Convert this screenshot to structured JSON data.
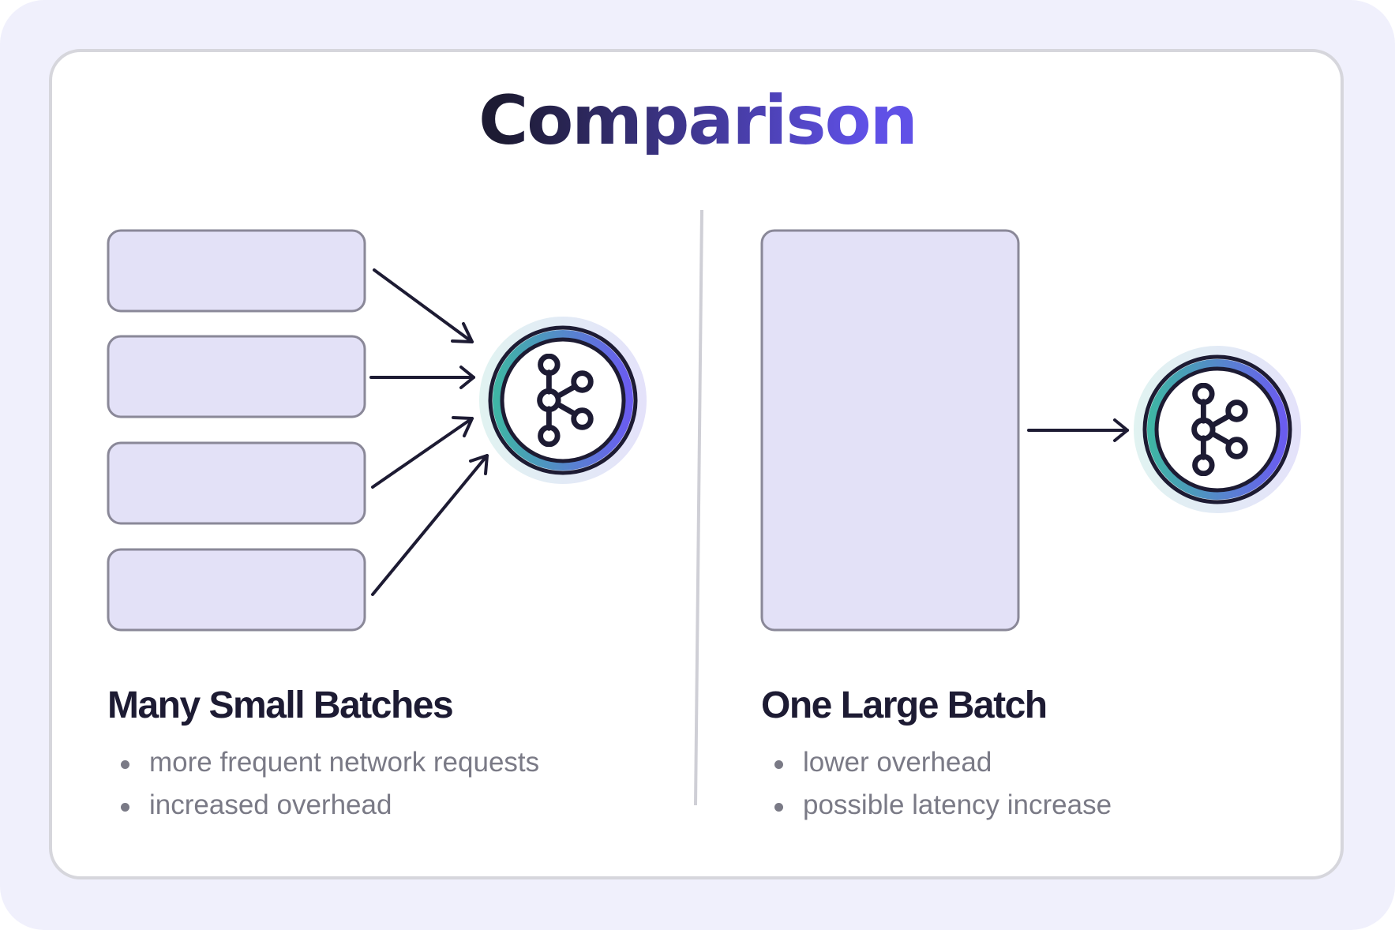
{
  "title": "Comparison",
  "left_panel": {
    "heading": "Many Small Batches",
    "bullets": [
      "more frequent network requests",
      "increased overhead"
    ],
    "batch_count": 4
  },
  "right_panel": {
    "heading": "One Large Batch",
    "bullets": [
      "lower overhead",
      "possible latency increase"
    ],
    "batch_count": 1
  },
  "icons": {
    "broker": "kafka-icon"
  },
  "colors": {
    "background": "#f0f0fc",
    "card": "#ffffff",
    "card_border": "#d6d6dc",
    "batch_fill": "#e3e1f7",
    "batch_border": "#8a8898",
    "text_dark": "#1d1b33",
    "text_muted": "#7a7a86",
    "ring_gradient_start": "#3fb5a5",
    "ring_gradient_end": "#6a5cf0"
  }
}
